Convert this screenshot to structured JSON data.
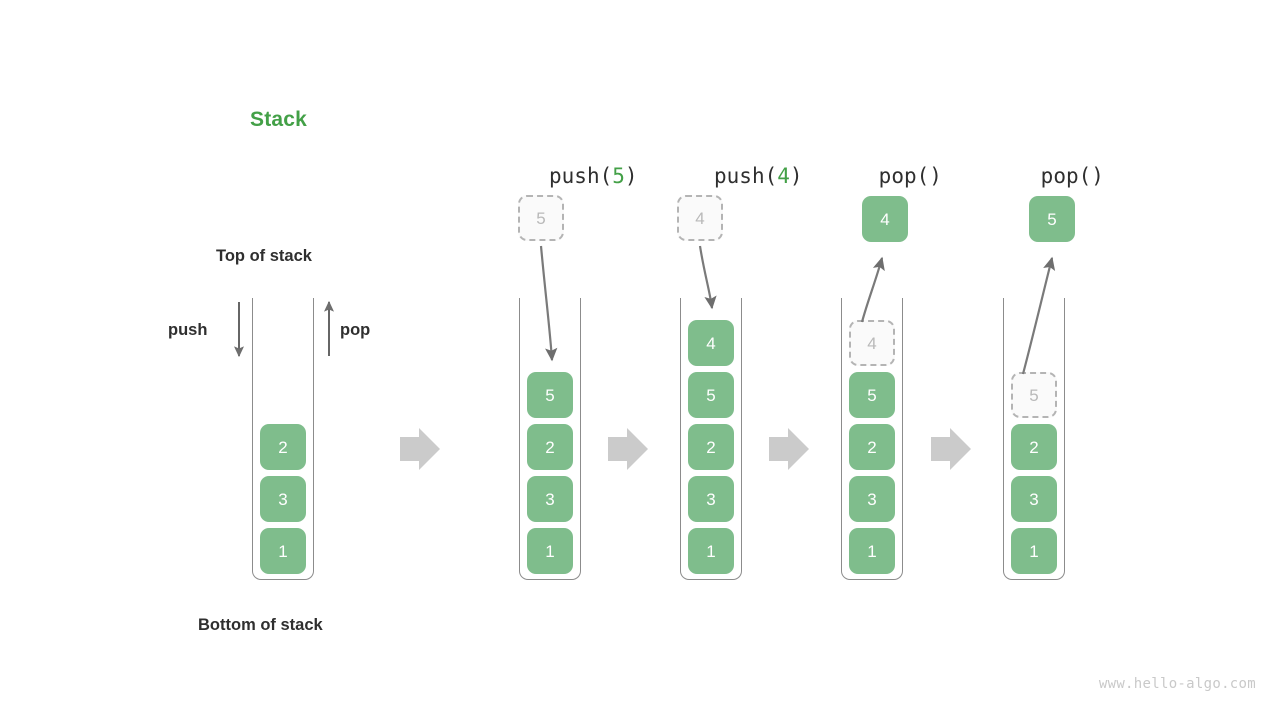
{
  "title": "Stack",
  "labels": {
    "top_of_stack": "Top of stack",
    "bottom_of_stack": "Bottom of stack",
    "push": "push",
    "pop": "pop"
  },
  "watermark": "www.hello-algo.com",
  "colors": {
    "accent_green": "#43a047",
    "cell_green": "#7fbd8c",
    "ghost_border": "#b4b4b4",
    "ghost_text": "#b9b9b9",
    "container_stroke": "#8c8c8c",
    "arrow_gray": "#6e6e6e",
    "step_arrow_gray": "#cccccc",
    "text_dark": "#2f2f2f",
    "watermark_gray": "#c9c9c9"
  },
  "steps": [
    {
      "id": "initial",
      "op_prefix": "",
      "op_arg": "",
      "op_suffix": "",
      "cells": [
        {
          "value": "2",
          "state": "filled"
        },
        {
          "value": "3",
          "state": "filled"
        },
        {
          "value": "1",
          "state": "filled"
        }
      ],
      "incoming": {
        "value": "",
        "state": "none"
      }
    },
    {
      "id": "push-5",
      "op_prefix": "push(",
      "op_arg": "5",
      "op_suffix": ")",
      "incoming": {
        "value": "5",
        "state": "ghost",
        "direction": "down"
      },
      "cells": [
        {
          "value": "5",
          "state": "filled"
        },
        {
          "value": "2",
          "state": "filled"
        },
        {
          "value": "3",
          "state": "filled"
        },
        {
          "value": "1",
          "state": "filled"
        }
      ]
    },
    {
      "id": "push-4",
      "op_prefix": "push(",
      "op_arg": "4",
      "op_suffix": ")",
      "incoming": {
        "value": "4",
        "state": "ghost",
        "direction": "down"
      },
      "cells": [
        {
          "value": "4",
          "state": "filled"
        },
        {
          "value": "5",
          "state": "filled"
        },
        {
          "value": "2",
          "state": "filled"
        },
        {
          "value": "3",
          "state": "filled"
        },
        {
          "value": "1",
          "state": "filled"
        }
      ]
    },
    {
      "id": "pop-4",
      "op_prefix": "pop(",
      "op_arg": "",
      "op_suffix": ")",
      "incoming": {
        "value": "4",
        "state": "filled",
        "direction": "up"
      },
      "cells": [
        {
          "value": "4",
          "state": "ghost"
        },
        {
          "value": "5",
          "state": "filled"
        },
        {
          "value": "2",
          "state": "filled"
        },
        {
          "value": "3",
          "state": "filled"
        },
        {
          "value": "1",
          "state": "filled"
        }
      ]
    },
    {
      "id": "pop-5",
      "op_prefix": "pop(",
      "op_arg": "",
      "op_suffix": ")",
      "incoming": {
        "value": "5",
        "state": "filled",
        "direction": "up"
      },
      "cells": [
        {
          "value": "5",
          "state": "ghost"
        },
        {
          "value": "2",
          "state": "filled"
        },
        {
          "value": "3",
          "state": "filled"
        },
        {
          "value": "1",
          "state": "filled"
        }
      ]
    }
  ]
}
